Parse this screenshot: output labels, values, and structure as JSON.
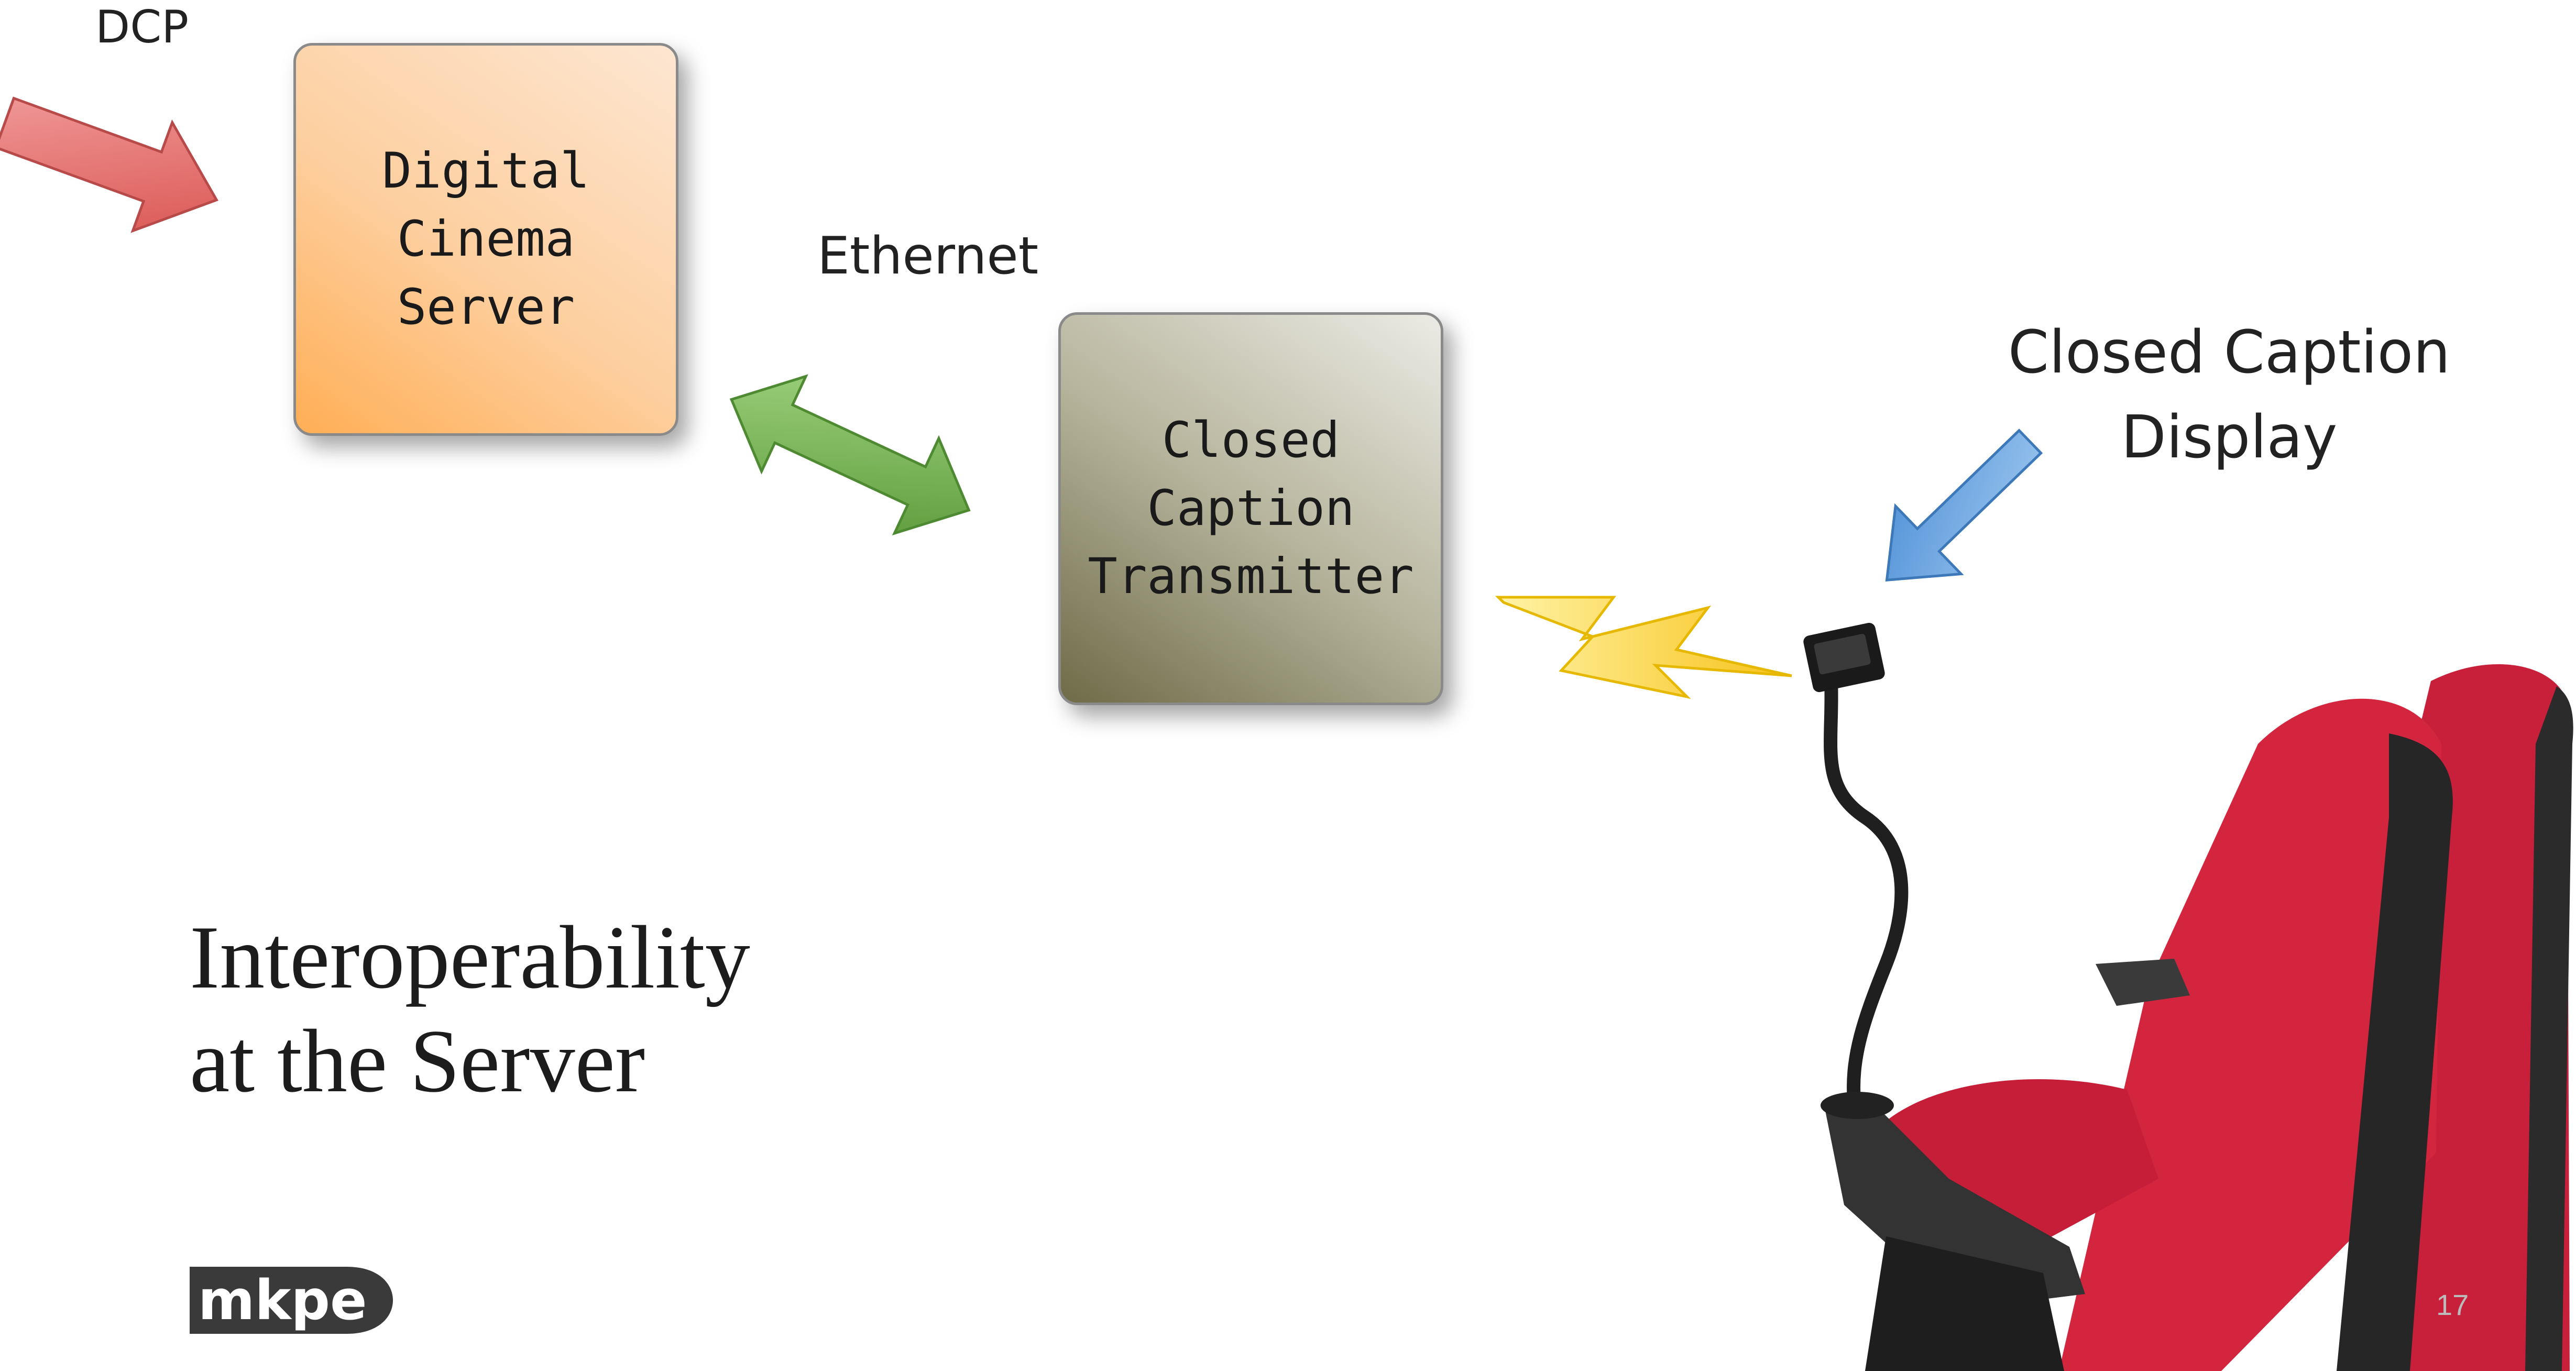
{
  "diagram": {
    "input_label": "DCP",
    "server_box": "Digital\nCinema\nServer",
    "link_label": "Ethernet",
    "transmitter_box": "Closed\nCaption\nTransmitter",
    "display_label": "Closed Caption\nDisplay"
  },
  "slide": {
    "title": "Interoperability\nat the Server",
    "page_number": "17"
  },
  "branding": {
    "logo_text": "mkpe"
  },
  "colors": {
    "dcp_arrow": "#e06a6a",
    "ethernet_arrow": "#6aa84f",
    "display_arrow": "#6fa8dc",
    "lightning": "#ffd84a",
    "seat_red": "#d4253f",
    "seat_dark": "#2a2a2a",
    "logo_fill": "#3a3a3a"
  }
}
